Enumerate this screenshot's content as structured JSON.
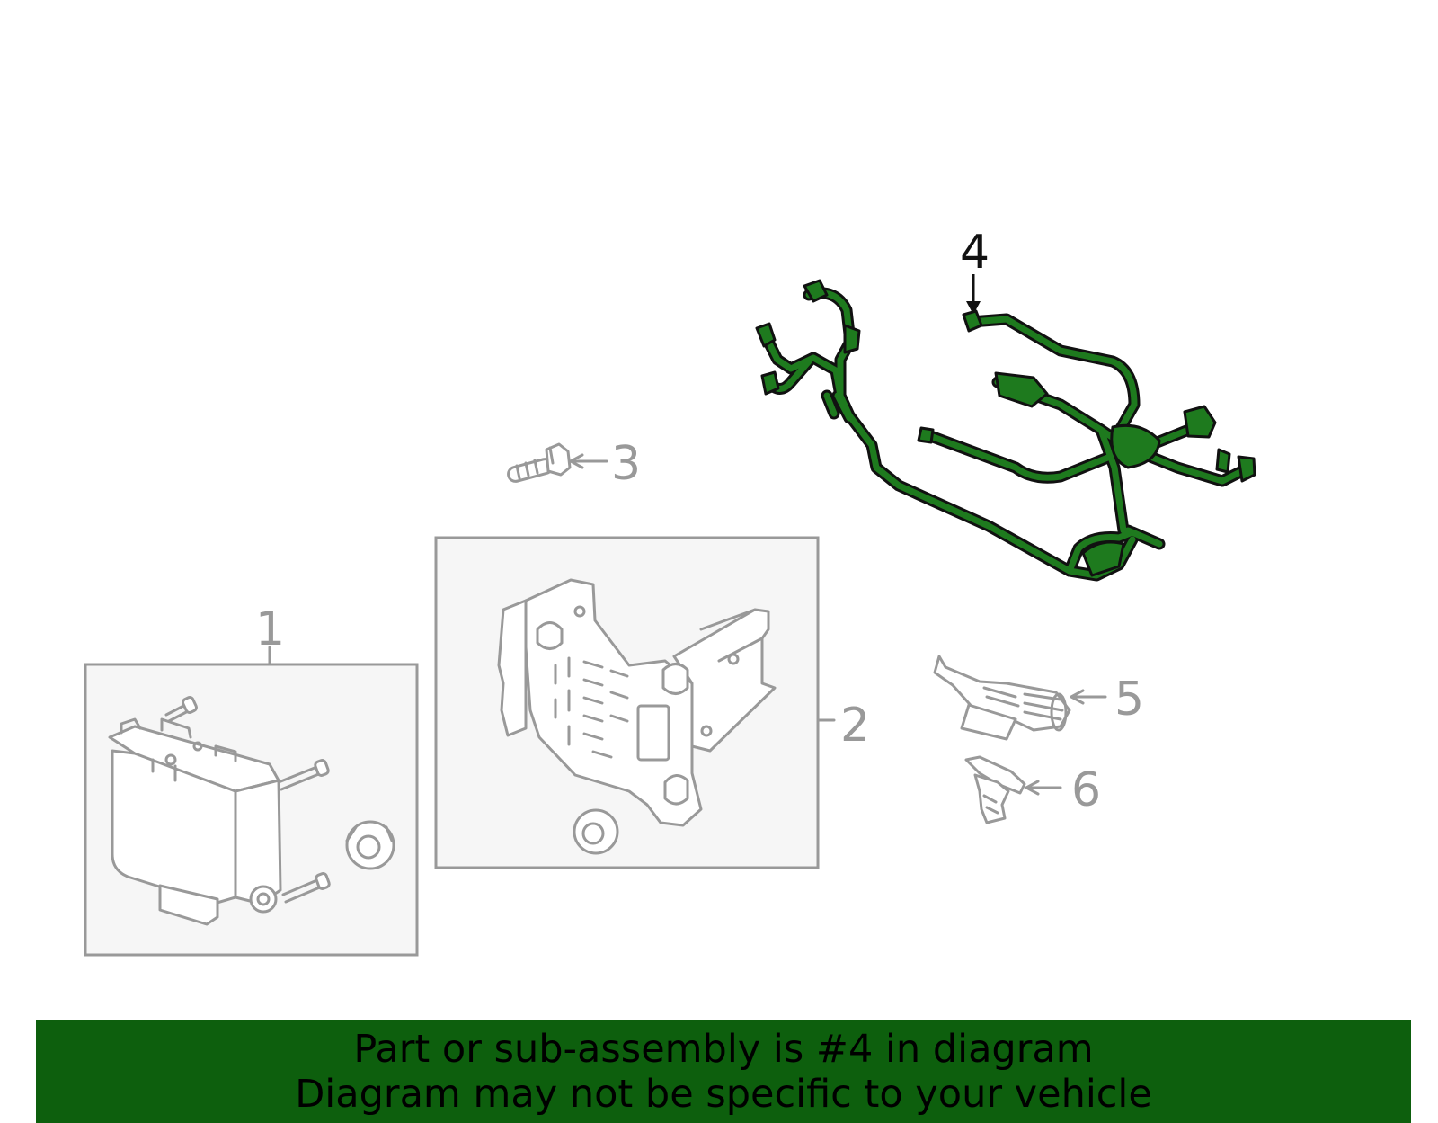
{
  "diagram": {
    "callouts": [
      {
        "id": "1",
        "label": "1"
      },
      {
        "id": "2",
        "label": "2"
      },
      {
        "id": "3",
        "label": "3"
      },
      {
        "id": "4",
        "label": "4"
      },
      {
        "id": "5",
        "label": "5"
      },
      {
        "id": "6",
        "label": "6"
      }
    ],
    "highlighted_part": "4",
    "colors": {
      "highlight": "#1e7a1e",
      "part_outline": "#999999",
      "box_fill": "#f6f6f6",
      "banner_background": "#0d5f0d"
    }
  },
  "banner": {
    "line1": "Part or sub-assembly is #4 in diagram",
    "line2": "Diagram may not be specific to your vehicle"
  }
}
